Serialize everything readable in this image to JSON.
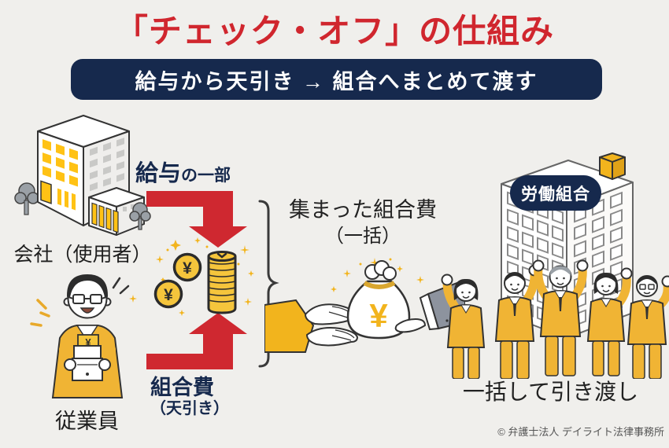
{
  "title": "「チェック・オフ」の仕組み",
  "banner": {
    "text": "給与から天引き → 組合へまとめて渡す"
  },
  "company": {
    "label": "会社（使用者）"
  },
  "employee": {
    "label": "従業員"
  },
  "flow": {
    "salary_main": "給与",
    "salary_sub": "の一部",
    "dues_main": "組合費",
    "dues_sub": "（天引き）",
    "collected_line1": "集まった組合費",
    "collected_line2": "（一括）",
    "handover": "一括して引き渡し"
  },
  "union": {
    "badge": "労働組合"
  },
  "footer": {
    "copyright": "© 弁護士法人 デイライト法律事務所"
  },
  "icons": {
    "yen": "¥",
    "company_building": "company-building-illustration",
    "employee_figure": "employee-illustration",
    "coins": "coins-illustration",
    "money_bag_handoff": "money-bag-handoff-illustration",
    "union_building": "union-building-illustration",
    "union_members": "union-members-illustration"
  },
  "colors": {
    "accent_red": "#d0262e",
    "navy": "#16294d",
    "suit_gold": "#f0b434",
    "coin_gold": "#f5c53c",
    "window_yellow": "#ffc215",
    "suit_gray": "#8d939e",
    "background": "#f0efec",
    "text_dark": "#222222",
    "text_gray": "#555555"
  }
}
